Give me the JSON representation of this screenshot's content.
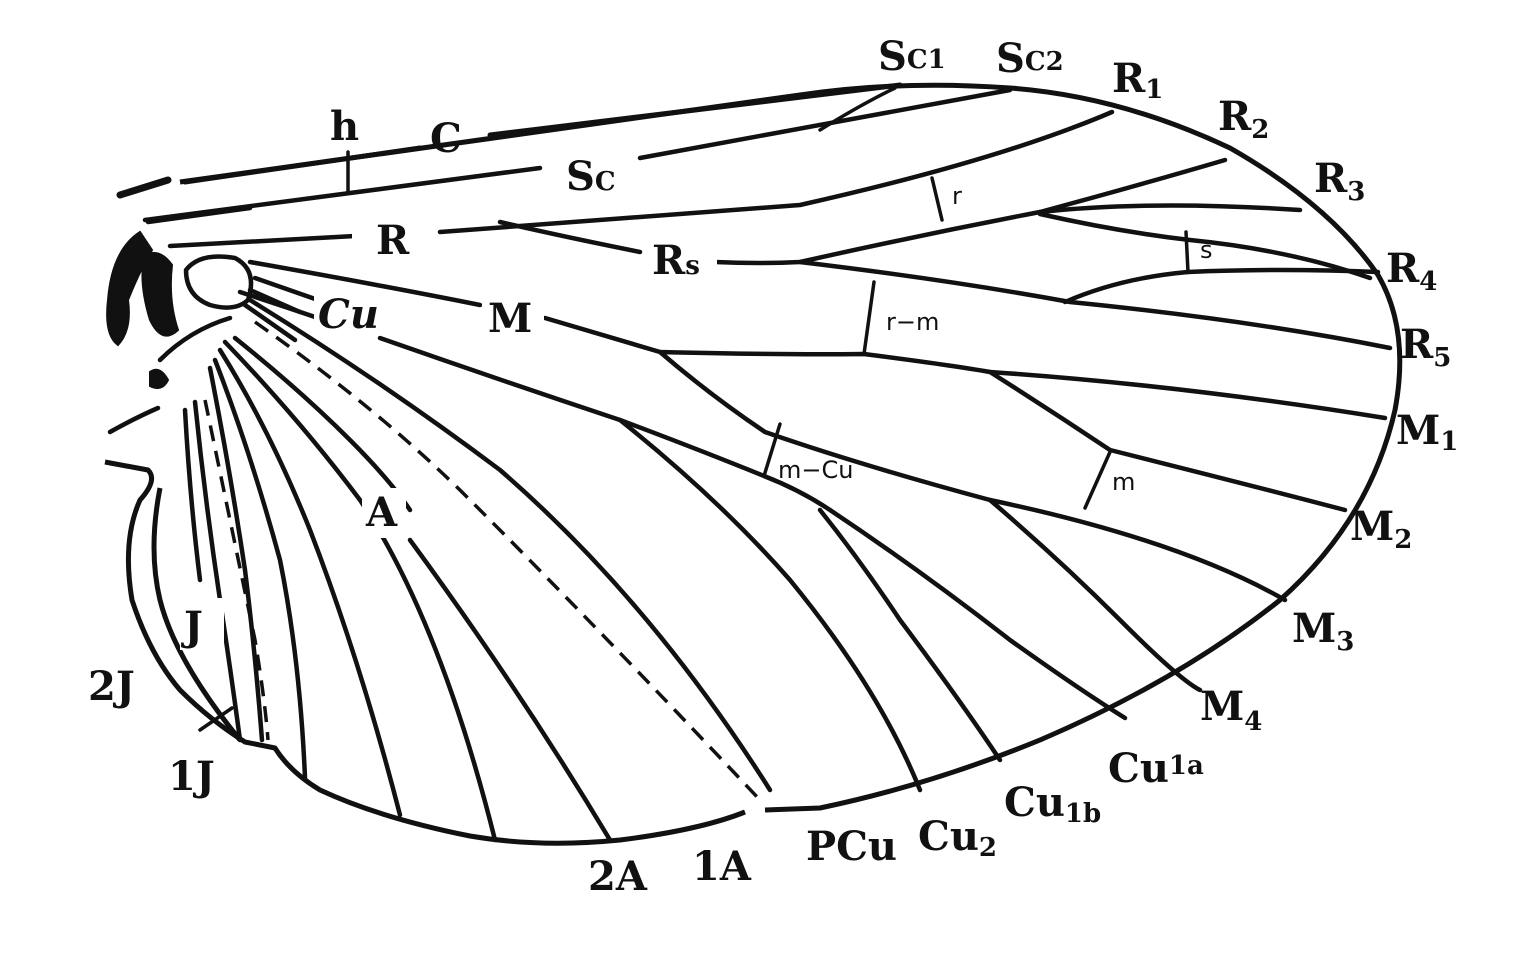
{
  "diagram": {
    "labels": {
      "h": "h",
      "C": "C",
      "Sc": {
        "main": "S",
        "sub": "C"
      },
      "Sc1": {
        "main": "S",
        "sub": "C1"
      },
      "Sc2": {
        "main": "S",
        "sub": "C2"
      },
      "R": "R",
      "R1": {
        "main": "R",
        "sub": "1"
      },
      "R2": {
        "main": "R",
        "sub": "2"
      },
      "R3": {
        "main": "R",
        "sub": "3"
      },
      "R4": {
        "main": "R",
        "sub": "4"
      },
      "R5": {
        "main": "R",
        "sub": "5"
      },
      "Rs": {
        "main": "R",
        "sub": "s"
      },
      "M": "M",
      "M1": {
        "main": "M",
        "sub": "1"
      },
      "M2": {
        "main": "M",
        "sub": "2"
      },
      "M3": {
        "main": "M",
        "sub": "3"
      },
      "M4": {
        "main": "M",
        "sub": "4"
      },
      "Cu": "Cu",
      "A": "A",
      "J": "J",
      "2J": "2J",
      "1J": "1J",
      "2A": "2A",
      "1A": "1A",
      "PCu": "PCu",
      "Cu2": {
        "main": "Cu",
        "sub": "2"
      },
      "Cu1b": {
        "main": "Cu",
        "sub": "1b"
      },
      "Cu1a": {
        "main": "Cu",
        "sub": "1a"
      },
      "r": "r",
      "s": "s",
      "r-m": "r−m",
      "m-Cu": "m−Cu",
      "m": "m"
    }
  }
}
